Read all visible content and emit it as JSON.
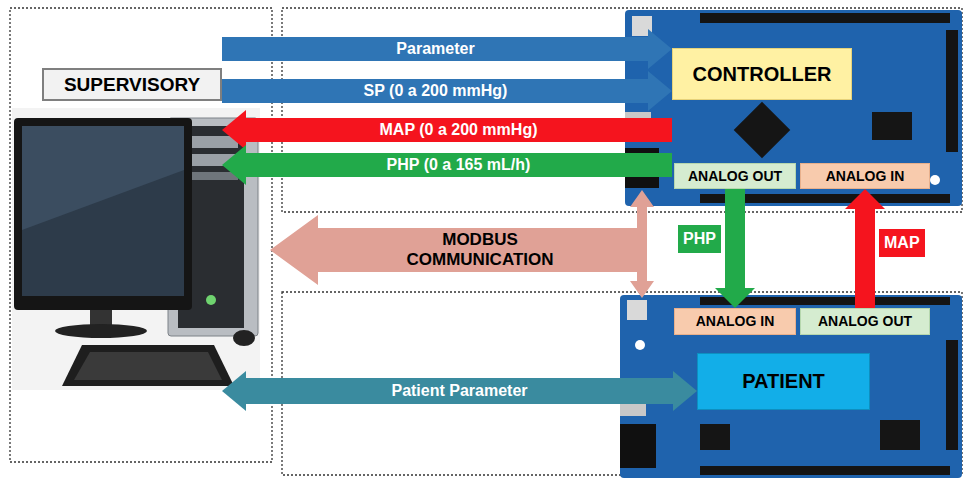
{
  "diagram": {
    "nodes": [
      {
        "text": [
          "SUPERVISORY"
        ]
      },
      {
        "text": [
          "CONTROLLER"
        ]
      },
      {
        "text": [
          "ANALOG OUT"
        ]
      },
      {
        "text": [
          "ANALOG IN"
        ]
      },
      {
        "text": [
          "ANALOG IN"
        ]
      },
      {
        "text": [
          "ANALOG OUT"
        ]
      },
      {
        "text": [
          "PATIENT"
        ]
      }
    ],
    "edges": [
      {
        "from": 0,
        "to": 1,
        "arrow": "to",
        "label": "Parameter"
      },
      {
        "from": 0,
        "to": 1,
        "arrow": "to",
        "label": "SP (0 a 200 mmHg)"
      },
      {
        "from": 1,
        "to": 0,
        "arrow": "to",
        "label": "MAP (0 a 200 mmHg)"
      },
      {
        "from": 1,
        "to": 0,
        "arrow": "to",
        "label": "PHP (0 a 165 mL/h)"
      },
      {
        "from": 2,
        "to": 4,
        "arrow": "to",
        "label": "PHP"
      },
      {
        "from": 5,
        "to": 3,
        "arrow": "to",
        "label": "MAP"
      },
      {
        "from": 0,
        "to": 6,
        "arrow": "both",
        "label": "Patient Parameter"
      }
    ],
    "labels": [
      "MODBUS COMMUNICATION"
    ]
  }
}
